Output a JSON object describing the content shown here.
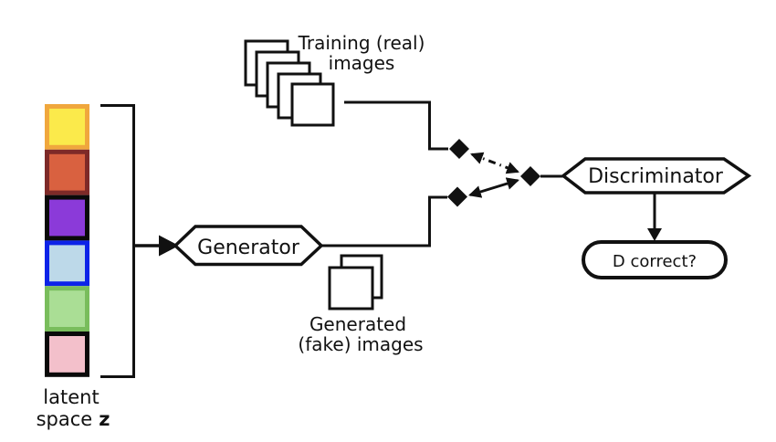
{
  "diagram": {
    "title": "GAN training diagram",
    "background": "#ffffff",
    "line_color": "#111111",
    "nodes": {
      "generator_label": "Generator",
      "discriminator_label": "Discriminator",
      "d_correct_label": "D correct?"
    },
    "labels": {
      "training_images_line1": "Training (real)",
      "training_images_line2": "images",
      "generated_images_line1": "Generated",
      "generated_images_line2": "(fake) images",
      "latent_line1": "latent",
      "latent_line2_word": "space",
      "latent_line2_var": "z"
    },
    "latent_squares": [
      {
        "name": "yellow",
        "fill": "#FBEA4B",
        "border": "#F0A73D"
      },
      {
        "name": "orange",
        "fill": "#D96140",
        "border": "#7E2A28"
      },
      {
        "name": "purple",
        "fill": "#8B3AD9",
        "border": "#0A0A0A"
      },
      {
        "name": "blue",
        "fill": "#BDD9E9",
        "border": "#0D23E8"
      },
      {
        "name": "green",
        "fill": "#AADE95",
        "border": "#79BD5C"
      },
      {
        "name": "pink",
        "fill": "#F3C0CB",
        "border": "#0A0A0A"
      }
    ],
    "training_stack": {
      "count": 5
    },
    "generated_stack": {
      "count": 2
    }
  }
}
